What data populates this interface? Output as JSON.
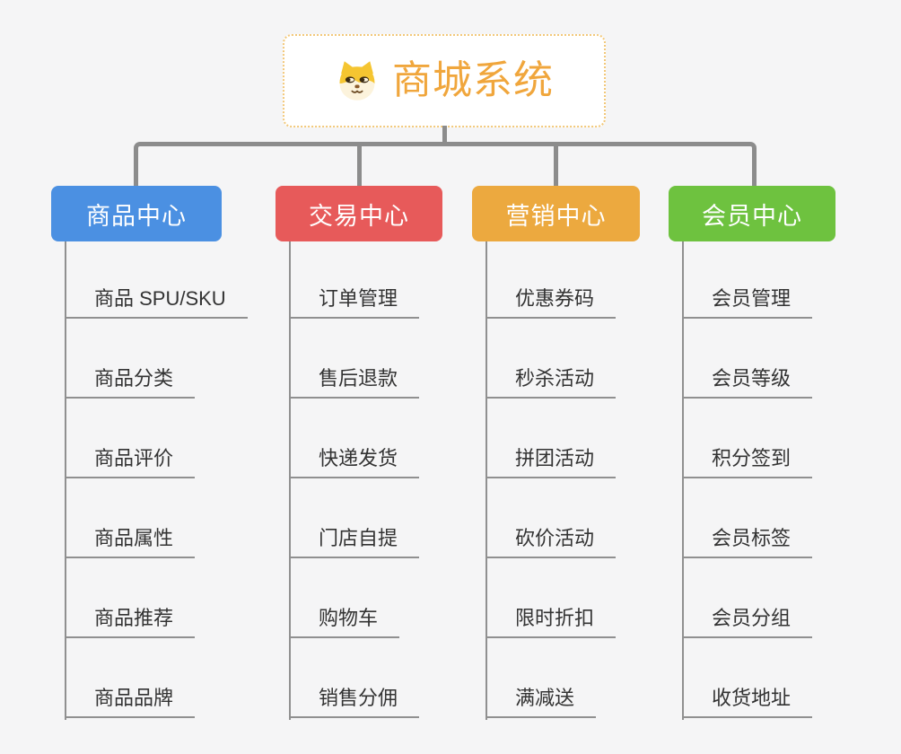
{
  "page": {
    "background": "#F5F5F6",
    "connector_color": "#8C8C8C",
    "leaf_line_color": "#909090"
  },
  "root": {
    "title": "商城系统",
    "title_color": "#F0A63C",
    "border_color": "#F2C879",
    "icon": "dog-face-icon"
  },
  "branches": [
    {
      "label": "商品中心",
      "color": "#4B90E2",
      "children": [
        "商品 SPU/SKU",
        "商品分类",
        "商品评价",
        "商品属性",
        "商品推荐",
        "商品品牌"
      ]
    },
    {
      "label": "交易中心",
      "color": "#E75A5A",
      "children": [
        "订单管理",
        "售后退款",
        "快递发货",
        "门店自提",
        "购物车",
        "销售分佣"
      ]
    },
    {
      "label": "营销中心",
      "color": "#ECA93F",
      "children": [
        "优惠券码",
        "秒杀活动",
        "拼团活动",
        "砍价活动",
        "限时折扣",
        "满减送"
      ]
    },
    {
      "label": "会员中心",
      "color": "#6EC23F",
      "children": [
        "会员管理",
        "会员等级",
        "积分签到",
        "会员标签",
        "会员分组",
        "收货地址"
      ]
    }
  ]
}
